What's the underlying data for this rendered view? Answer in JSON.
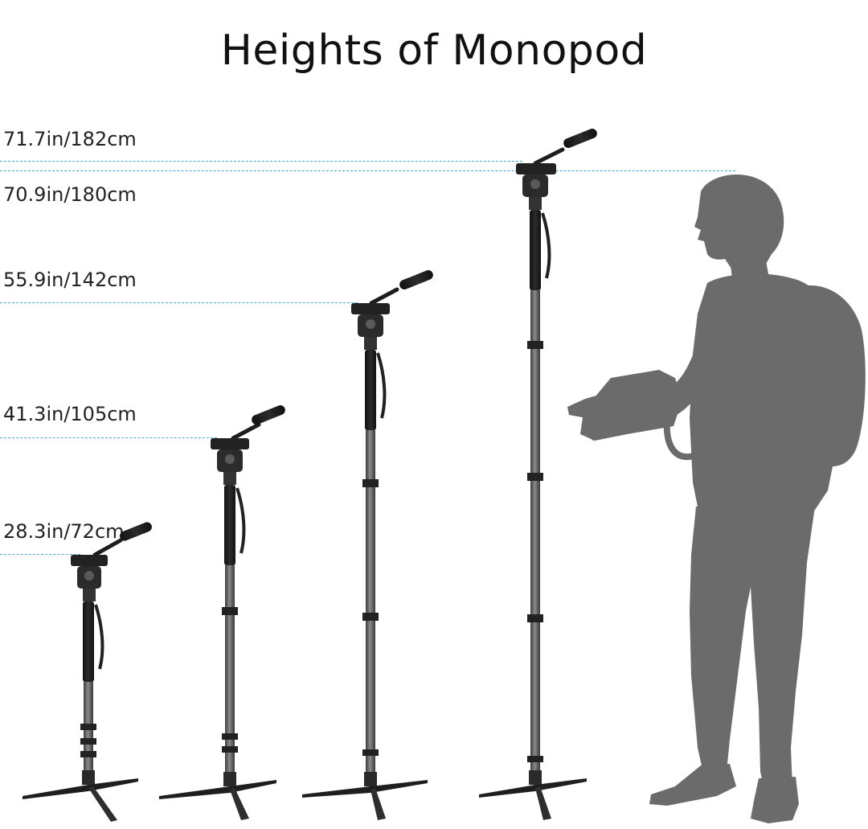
{
  "title": "Heights of Monopod",
  "heights": [
    {
      "label": "71.7in/182cm"
    },
    {
      "label": "70.9in/180cm"
    },
    {
      "label": "55.9in/142cm"
    },
    {
      "label": "41.3in/105cm"
    },
    {
      "label": "28.3in/72cm"
    }
  ],
  "colors": {
    "guide_line": "#4aa3c9",
    "silhouette": "#6b6b6b",
    "monopod_dark": "#1e1e1e",
    "monopod_tube": "#5a5a5a"
  }
}
